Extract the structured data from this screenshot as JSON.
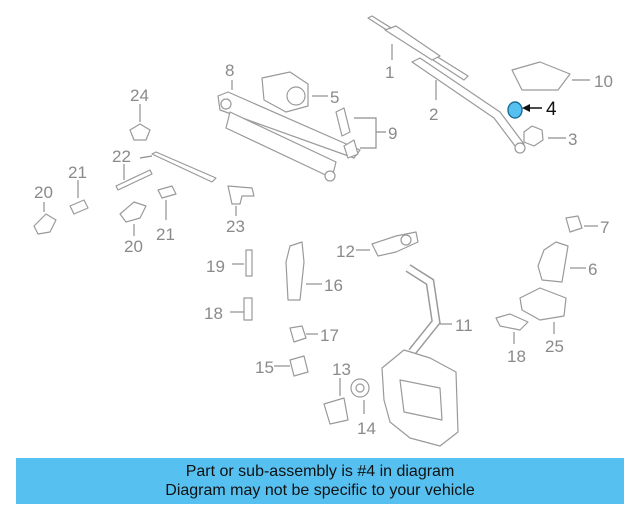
{
  "diagram": {
    "callouts": [
      "1",
      "2",
      "3",
      "4",
      "5",
      "6",
      "7",
      "8",
      "9",
      "10",
      "11",
      "12",
      "13",
      "14",
      "15",
      "16",
      "17",
      "18",
      "18",
      "19",
      "20",
      "20",
      "21",
      "21",
      "22",
      "23",
      "24",
      "25"
    ],
    "highlighted_callout": "4",
    "highlight_color": "#56c1f1"
  },
  "banner": {
    "line1": "Part or sub-assembly is #4 in diagram",
    "line2": "Diagram may not be specific to your vehicle",
    "background": "#56c1f1"
  }
}
